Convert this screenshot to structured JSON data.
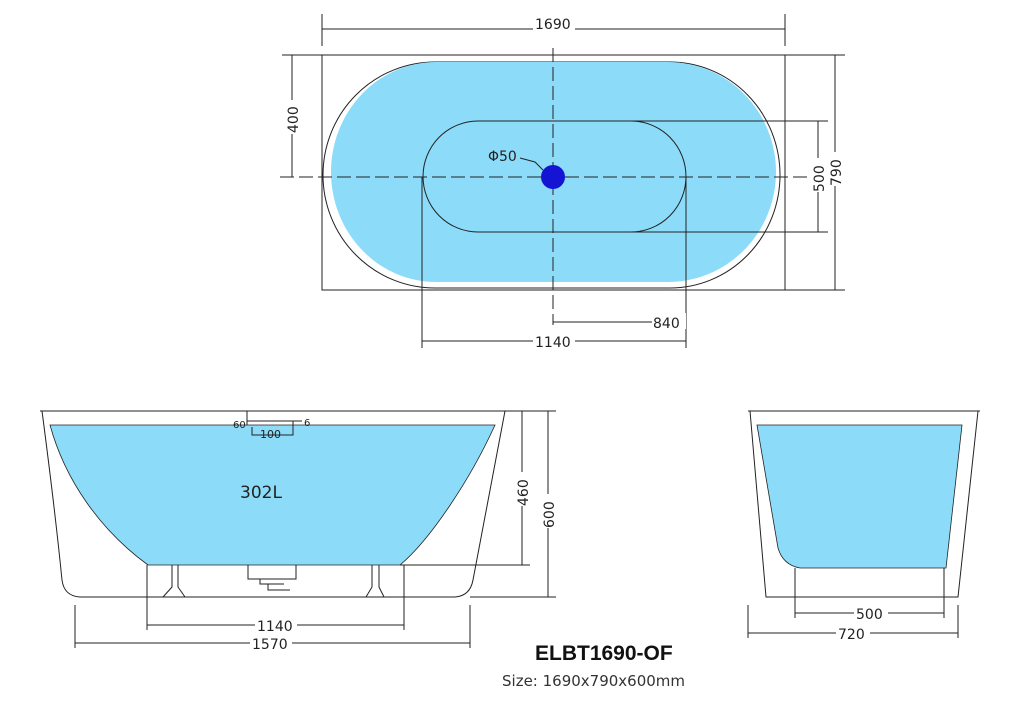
{
  "colors": {
    "water": "#8cdcf9",
    "drain": "#1414d2",
    "line": "#222222"
  },
  "top_view": {
    "width": "1690",
    "depth": "790",
    "offset": "400",
    "inner_width": "500",
    "half_inner": "840",
    "inner_length": "1140",
    "drain": "Φ50"
  },
  "side_view": {
    "volume": "302L",
    "water_depth": "460",
    "height": "600",
    "overflow_a": "60",
    "overflow_b": "100",
    "overflow_c": "6",
    "base": "1140",
    "length": "1570"
  },
  "end_view": {
    "base": "500",
    "width": "720"
  },
  "model": "ELBT1690-OF",
  "size_label": "Size: 1690x790x600mm"
}
